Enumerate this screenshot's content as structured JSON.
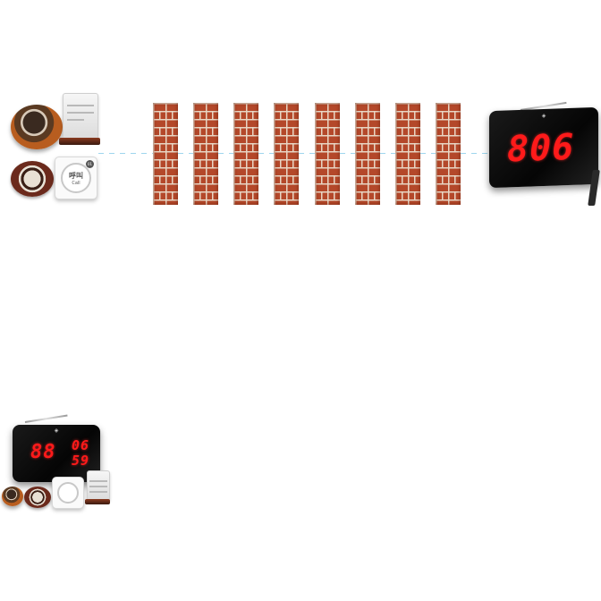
{
  "large_display": {
    "number": "806",
    "colors": {
      "digits": "#ff1a1a",
      "body": "#0a0a0a"
    }
  },
  "small_display": {
    "number_large": "88",
    "number_top": "06",
    "number_bottom": "59"
  },
  "call_buttons": {
    "square_label": "呼叫",
    "square_sub": "Call",
    "square_badge": "01"
  },
  "walls": {
    "count": 8,
    "color": "#b4482a"
  },
  "signal_color": "#9ed6ee"
}
